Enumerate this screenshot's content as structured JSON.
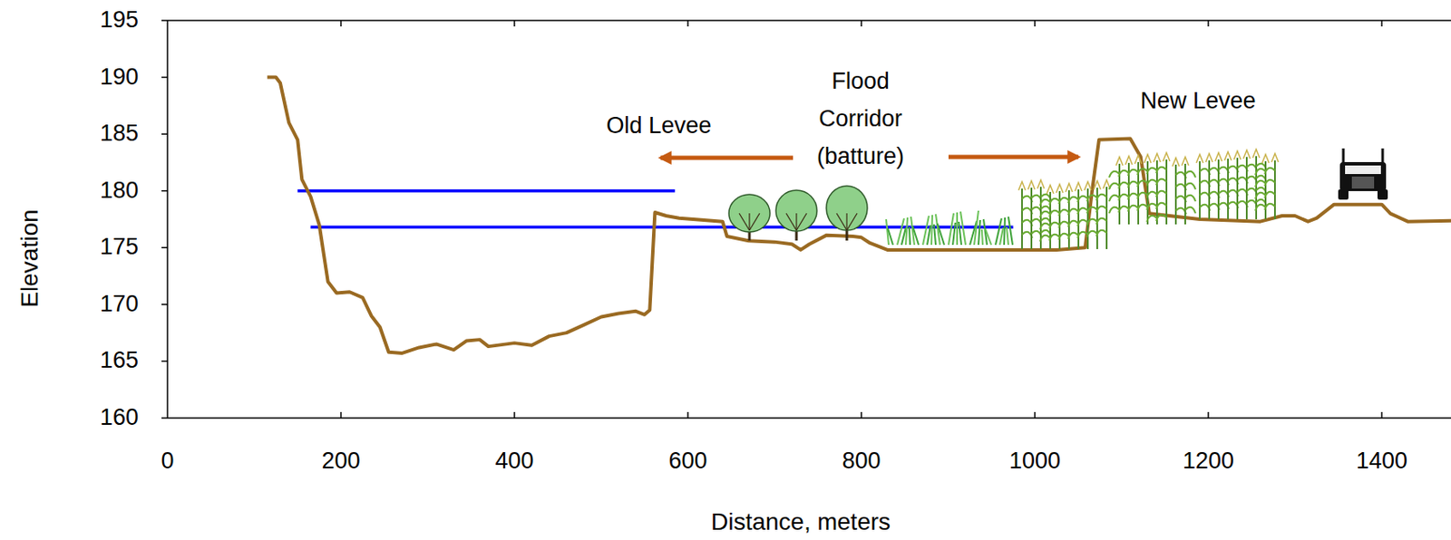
{
  "diagram": {
    "labels": [
      "195",
      "190",
      "185",
      "180",
      "175",
      "170",
      "165",
      "160",
      "0",
      "200",
      "400",
      "600",
      "800",
      "1000",
      "1200",
      "1400",
      "Elevation",
      "Distance, meters",
      "Old Levee",
      "Flood Corridor (batture)",
      "New Levee"
    ]
  }
}
